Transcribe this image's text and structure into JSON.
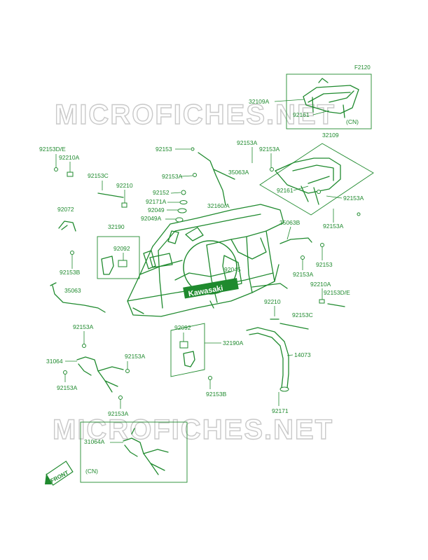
{
  "figure_code": "F2120",
  "watermark": "MICROFICHES.NET",
  "logo_text": "Kawasaki",
  "front_label": "FRONT",
  "labels": {
    "l32109A": "32109A",
    "l92161_top": "92161",
    "cn_top": "(CN)",
    "l32109": "32109",
    "l92153A_a": "92153A",
    "l92153A_b": "92153A",
    "l92161": "92161",
    "l92153A_c": "92153A",
    "l92153A_d": "92153A",
    "l92153": "92153",
    "l35063A": "35063A",
    "l92153A_e": "92153A",
    "l92152": "92152",
    "l92171A": "92171A",
    "l92049": "92049",
    "l92049A": "92049A",
    "l32160A": "32160/A",
    "l92153DE_left": "92153D/E",
    "l92210A_left": "92210A",
    "l92153C_left": "92153C",
    "l92210_left": "92210",
    "l92072": "92072",
    "l32190": "32190",
    "l92092_left": "92092",
    "l92153B_left": "92153B",
    "l35063": "35063",
    "l35063B": "35063B",
    "l92153_right": "92153",
    "l92153A_f": "92153A",
    "l92045": "92045",
    "l92210A_right": "92210A",
    "l92153DE_right": "92153D/E",
    "l92210_right": "92210",
    "l92153C_right": "92153C",
    "l92153A_g": "92153A",
    "l31064": "31064",
    "l92153A_h": "92153A",
    "l92153A_i": "92153A",
    "l92153A_j": "92153A",
    "l92092_center": "92092",
    "l32190A": "32190A",
    "l92153B_center": "92153B",
    "l14073": "14073",
    "l92171": "92171",
    "l31064A": "31064A",
    "cn_bottom": "(CN)"
  }
}
